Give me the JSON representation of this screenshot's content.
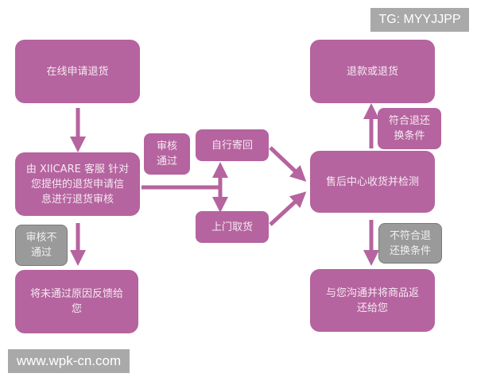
{
  "watermarks": {
    "top_right": "TG: MYYJJPP",
    "bottom_left": "www.wpk-cn.com"
  },
  "colors": {
    "node": "#b5649f",
    "node_text": "#f6e9f2",
    "label_gray": "#9a9a9a",
    "arrow": "#b5649f"
  },
  "nodes": {
    "apply_online": "在线申请退货",
    "review_line1": "由 XIICARE 客服 针对",
    "review_line2": "您提供的退货申请信",
    "review_line3": "息进行退货审核",
    "feedback_line1": "将未通过原因反馈给",
    "feedback_line2": "您",
    "self_send": "自行寄回",
    "pickup": "上门取货",
    "inspect": "售后中心收货并检测",
    "refund": "退款或退货",
    "return_line1": "与您沟通并将商品返",
    "return_line2": "还给您"
  },
  "labels": {
    "approved_line1": "审核",
    "approved_line2": "通过",
    "rejected_line1": "审核不",
    "rejected_line2": "通过",
    "qualified_line1": "符合退还",
    "qualified_line2": "换条件",
    "unqualified_line1": "不符合退",
    "unqualified_line2": "还换条件"
  }
}
